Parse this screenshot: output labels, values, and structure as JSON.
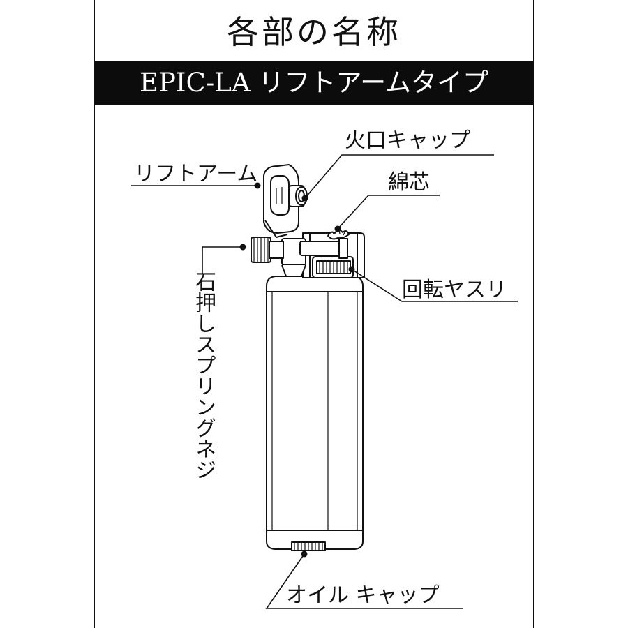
{
  "header": {
    "title": "各部の名称",
    "model": "EPIC-LA リフトアームタイプ"
  },
  "labels": {
    "hibuchi_cap": "火口キャップ",
    "lift_arm": "リフトアーム",
    "wick": "綿芯",
    "flint_wheel": "回転ヤスリ",
    "flint_spring_screw": "石押しスプリングネジ",
    "oil_cap": "オイル キャップ"
  },
  "colors": {
    "ink": "#111111",
    "band": "#0c0c0c",
    "band_text": "#ffffff"
  }
}
